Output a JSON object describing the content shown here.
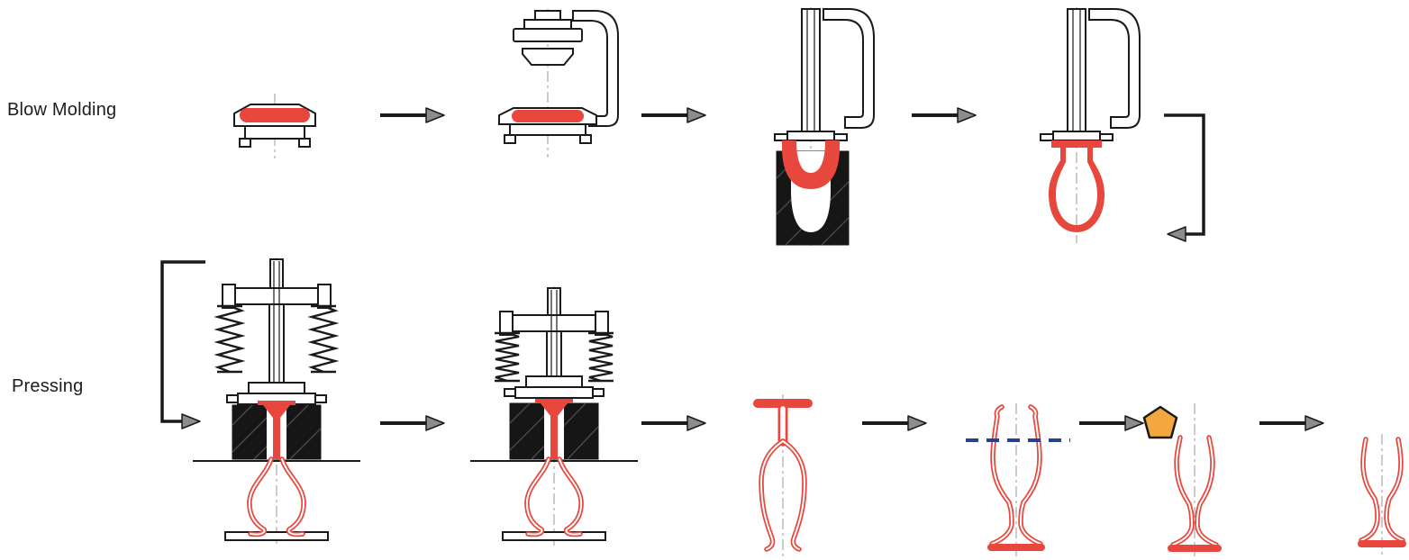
{
  "rows": {
    "blow_molding": {
      "label": "Blow Molding",
      "stages": [
        {
          "name": "gob-in-blank-mold"
        },
        {
          "name": "press-head-over-blank-mold"
        },
        {
          "name": "blowing-parison-into-blow-mold"
        },
        {
          "name": "blown-parison-on-neck-ring"
        }
      ]
    },
    "pressing": {
      "label": "Pressing",
      "stages": [
        {
          "name": "stem-press-with-springs-open"
        },
        {
          "name": "stem-press-with-springs-closed"
        },
        {
          "name": "pressed-goblet-inverted"
        },
        {
          "name": "goblet-with-crack-off-line"
        },
        {
          "name": "goblet-with-burn-off-torch"
        },
        {
          "name": "finished-goblet"
        }
      ]
    }
  },
  "colors": {
    "glass": "#e8473d",
    "mold": "#161616",
    "ink": "#1a1a1a",
    "arrowhead": "#8c8c8c",
    "cut_line": "#27418f",
    "burner": "#f3a73e"
  }
}
